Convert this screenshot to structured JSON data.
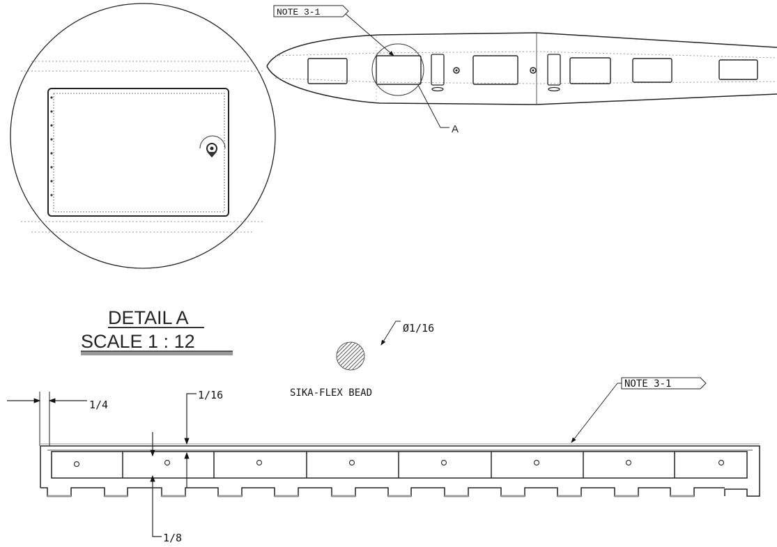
{
  "top_view": {
    "note_tag": "NOTE 3-1",
    "detail_callout": "A"
  },
  "detail": {
    "title": "DETAIL A",
    "scale": "SCALE 1 : 12"
  },
  "section": {
    "bead_dim": "Ø1/16",
    "bead_label": "SIKA-FLEX BEAD",
    "note_tag": "NOTE 3-1",
    "dim_left_gap": "1/4",
    "dim_top_gap": "1/16",
    "dim_bottom_gap": "1/8"
  },
  "colors": {
    "line": "#1a1a1a",
    "thin": "#555555",
    "dotted": "#888888",
    "underline_shade": "#9a9a9a"
  }
}
